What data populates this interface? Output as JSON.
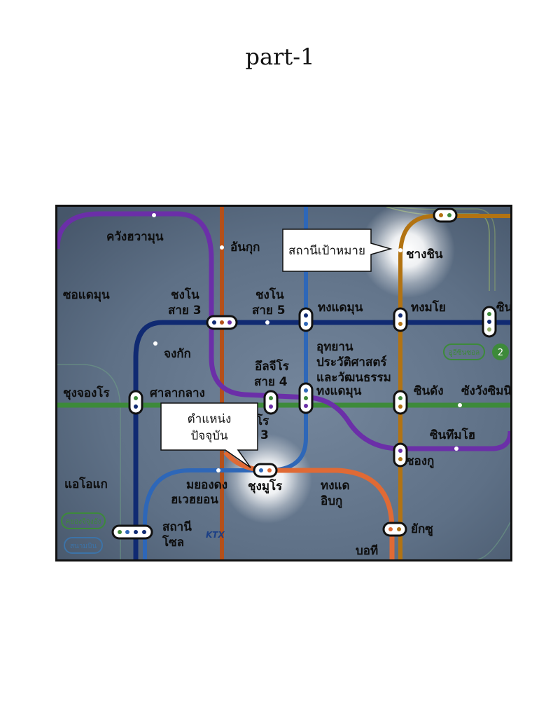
{
  "page": {
    "title": "part-1"
  },
  "callouts": {
    "target": "สถานีเป้าหมาย",
    "current_line1": "ตำแหน่ง",
    "current_line2": "ปัจจุบัน"
  },
  "stations": {
    "kwang": "ควังฮวามุน",
    "anguk": "อันกุก",
    "sodaemun": "ซอแดมุน",
    "jongno3_l1": "ชงโน",
    "jongno3_l2": "สาย 3",
    "jongno5_l1": "ชงโน",
    "jongno5_l2": "สาย 5",
    "dongdaemun": "ทงแดมุน",
    "dongmyo": "ทงมโย",
    "sin_edge": "ซิน",
    "changsin": "ชางชิน",
    "jonggak": "จงกัก",
    "museum_l1": "อุทยาน",
    "museum_l2": "ประวัติศาสตร์",
    "museum_l3": "และวัฒนธรรม",
    "museum_l4": "ทงแดมุน",
    "euljiro_l1": "อึลจีโร",
    "euljiro_l2": "สาย 4",
    "chungjeongno": "ชุงจองโร",
    "city_hall": "ศาลากลาง",
    "sindang": "ซินดัง",
    "sangwangsimni": "ซังวังซิมนิ",
    "sinsimno": "ซินทึมโฮ",
    "chungmuro": "ชุงมูโร",
    "jongno_partial_1": "โร",
    "jongno_partial_2": "3",
    "sindang_south": "ชองกู",
    "myeongdong_l1": "มยองดง",
    "myeongdong_l2": "ฮเวฮยอน",
    "dongdae_l1": "ทงแด",
    "dongdae_l2": "อิบกู",
    "aeogae": "แอโอแก",
    "seoul_l1": "สถานี",
    "seoul_l2": "โซล",
    "yaksu": "ยักซู",
    "boti": "บอที"
  },
  "badges": {
    "euljiro_badge": "อูอีซินซอล",
    "line_number": "2",
    "park_badge": "คยองจีจุงอัง",
    "mountain_badge": "สนามบิน",
    "ktx": "KTX"
  },
  "colors": {
    "line1": "#102a72",
    "line2": "#3d8a3a",
    "line3": "#c35a18",
    "line4": "#2e67b8",
    "line5": "#6b2fa8",
    "line6": "#b27312",
    "line_orange": "#e06a35",
    "map_bg": "#4f5f72",
    "highlight": "#ffffff"
  }
}
